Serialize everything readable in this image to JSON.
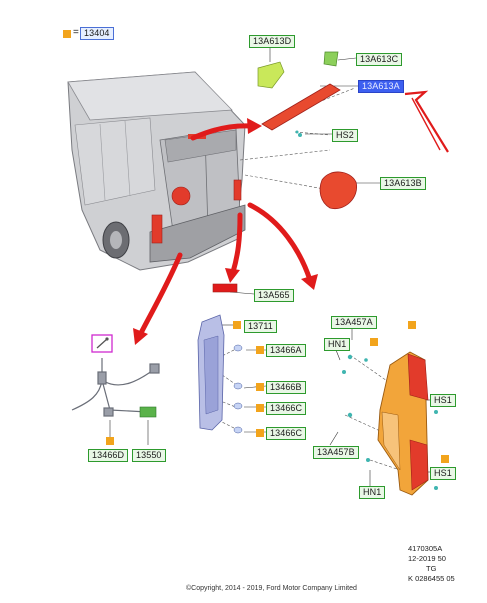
{
  "legend": {
    "equals": "=",
    "code": "13404"
  },
  "labels": {
    "l_13A613D": "13A613D",
    "l_13A613C": "13A613C",
    "l_13A613A": "13A613A",
    "l_HS2": "HS2",
    "l_13A613B": "13A613B",
    "l_13A565": "13A565",
    "l_13711": "13711",
    "l_13466A": "13466A",
    "l_13466B": "13466B",
    "l_13466C_1": "13466C",
    "l_13466C_2": "13466C",
    "l_13A457A": "13A457A",
    "l_HN1_top": "HN1",
    "l_HS1_top": "HS1",
    "l_13A457B": "13A457B",
    "l_HS1_bot": "HS1",
    "l_HN1_bot": "HN1",
    "l_13466D": "13466D",
    "l_13550": "13550"
  },
  "meta": {
    "line1": "4170305A",
    "line2": "12-2019 50",
    "line3": "TG",
    "line4": "K 0286455 05"
  },
  "copyright": "©Copyright, 2014 - 2019, Ford Motor Company Limited",
  "colors": {
    "accent_red": "#e01b1b",
    "label_green": "#2d9a2d",
    "label_fill": "#e9f7e6",
    "selected_blue": "#3d5ff0",
    "tag_orange": "#f2a41c",
    "lamp_orange": "#f2a53a",
    "lamp_red": "#e23b2b"
  }
}
